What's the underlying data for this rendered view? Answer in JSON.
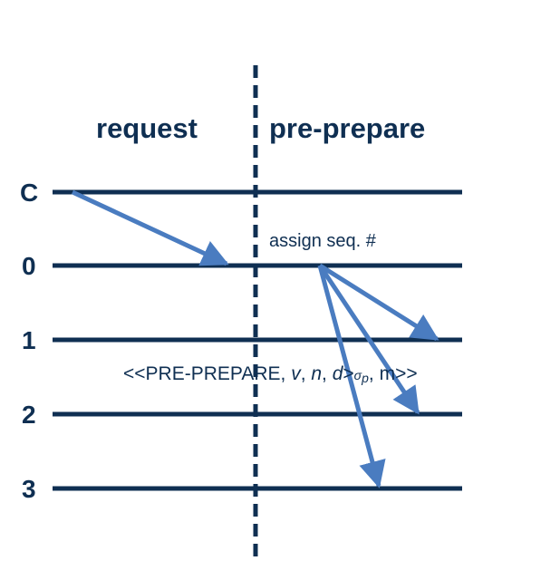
{
  "phases": {
    "request": "request",
    "pre_prepare": "pre-prepare"
  },
  "nodes": [
    "C",
    "0",
    "1",
    "2",
    "3"
  ],
  "annotation": "assign seq. #",
  "message": {
    "prefix": "<<PRE-PREPARE, ",
    "v": "v",
    "sep1": ", ",
    "n": "n",
    "sep2": ", ",
    "d": "d",
    "close": ">",
    "sigma": "σ",
    "p": "p",
    "tail": ", m>>"
  },
  "colors": {
    "timeline": "#0f2f52",
    "arrow": "#4a7cc0",
    "text": "#0f2f52"
  }
}
